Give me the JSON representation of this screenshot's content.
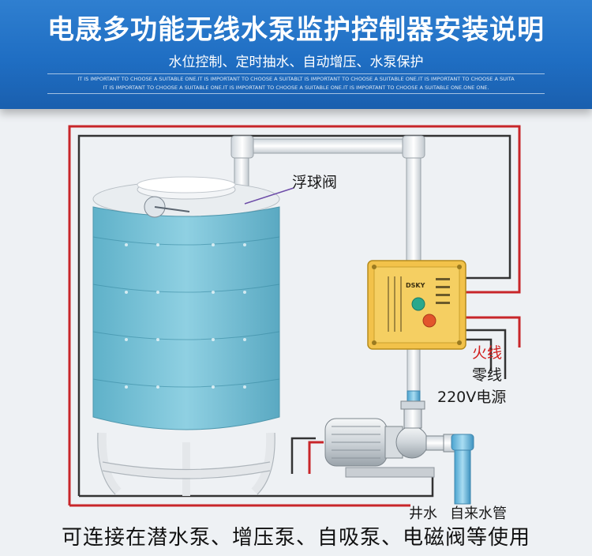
{
  "header": {
    "title": "电晟多功能无线水泵监护控制器安装说明",
    "subtitle": "水位控制、定时抽水、自动增压、水泵保护",
    "small_text_1": "IT IS IMPORTANT TO CHOOSE A SUITABLE ONE.IT IS IMPORTANT TO CHOOSE A SUITABLT IS IMPORTANT TO CHOOSE A SUITABLE ONE.IT IS IMPORTANT TO CHOOSE A SUITA",
    "small_text_2": "IT IS IMPORTANT TO CHOOSE A SUITABLE ONE.IT IS IMPORTANT TO CHOOSE A SUITABLE ONE.IT IS IMPORTANT TO CHOOSE A SUITABLE ONE.ONE ONE."
  },
  "labels": {
    "float_valve": "浮球阀",
    "live_wire": "火线",
    "neutral_wire": "零线",
    "power_supply": "220V电源",
    "well_water": "井水",
    "tap_water": "自来水管"
  },
  "controller": {
    "brand": "DSKY"
  },
  "footer": {
    "caption": "可连接在潜水泵、增压泵、自吸泵、电磁阀等使用"
  },
  "colors": {
    "banner": "#1f6ec3",
    "water": "#7ec4d8",
    "red_wire": "#c8262a",
    "dark_wire": "#333333",
    "controller": "#f2c24a",
    "live_wire_text": "#d11f1f"
  }
}
